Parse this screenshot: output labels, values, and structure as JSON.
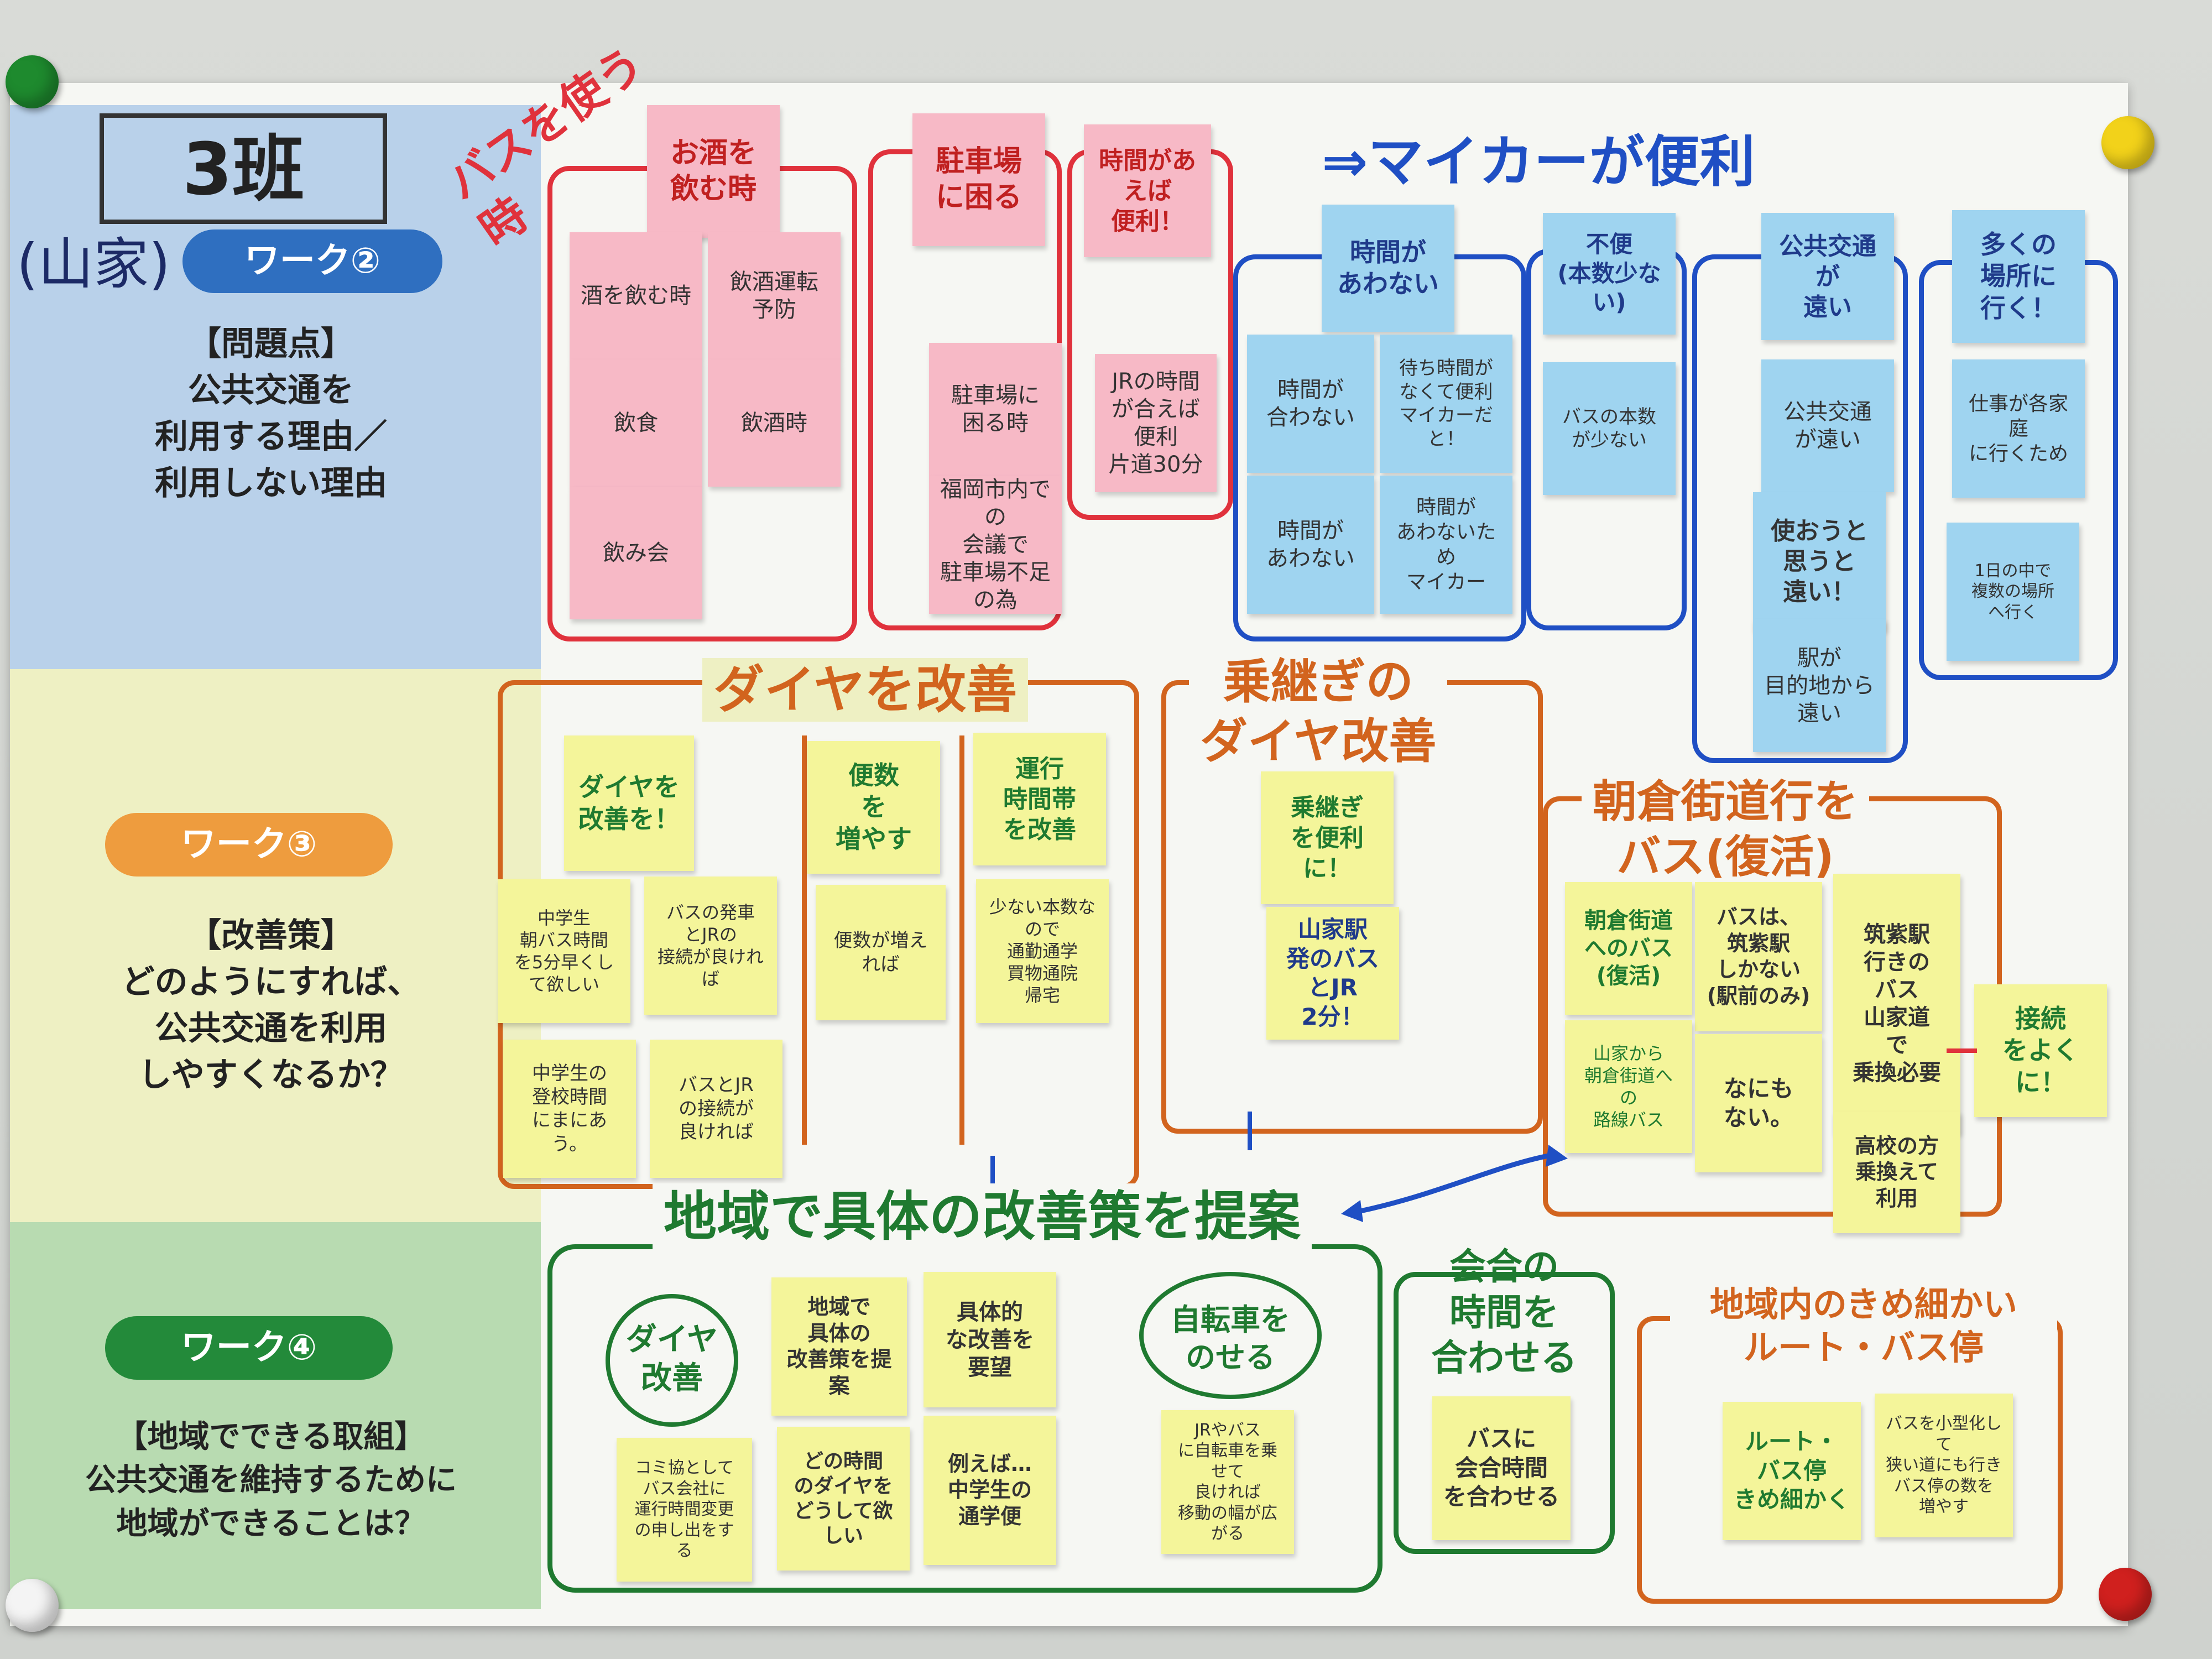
{
  "left_panel": {
    "group_label": "3班",
    "area_label": "(山家)",
    "work2": {
      "pill": "ワーク②",
      "text": "【問題点】\n公共交通を\n利用する理由／\n利用しない理由"
    },
    "work3": {
      "pill": "ワーク③",
      "text": "【改善策】\nどのようにすれば、\n公共交通を利用\nしやすくなるか？"
    },
    "work4": {
      "pill": "ワーク④",
      "text": "【地域でできる取組】\n公共交通を維持するために\n地域ができることは？"
    }
  },
  "section_bus_use": {
    "title": "バスを使う時",
    "group1": {
      "header": "お酒を飲む時",
      "notes": [
        "酒を飲む時",
        "飲酒運転\n予防",
        "飲食",
        "飲酒時",
        "飲み会"
      ]
    },
    "group2": {
      "header": "駐車場に困る",
      "notes": [
        "駐車場に\n困る時",
        "福岡市内での\n会議で\n駐車場不足\nの為"
      ]
    },
    "group3": {
      "header": "時間があえば\n便利！",
      "notes": [
        "JRの時間\nが合えば\n便利\n片道30分"
      ]
    }
  },
  "section_car": {
    "title": "⇒マイカーが便利",
    "group1": {
      "header": "時間が\nあわない",
      "notes": [
        "時間が\n合わない",
        "待ち時間が\nなくて便利\nマイカーだと！",
        "時間が\nあわない",
        "時間が\nあわないため\nマイカー"
      ]
    },
    "group2": {
      "header": "不便\n(本数少ない)",
      "notes": [
        "バスの本数が少ない"
      ]
    },
    "group3": {
      "header": "公共交通\nが\n遠い",
      "notes": [
        "公共交通\nが遠い",
        "使おうと\n思うと\n遠い！",
        "駅が\n目的地から\n遠い"
      ]
    },
    "group4": {
      "header": "多くの\n場所に\n行く！",
      "notes": [
        "仕事が各家庭\nに行くため",
        "1日の中で\n複数の場所\nへ行く"
      ]
    }
  },
  "section_diya": {
    "title": "ダイヤを改善",
    "notes": [
      "ダイヤを\n改善を！",
      "中学生\n朝バス時間\nを5分早くして欲しい",
      "バスの発車\nとJRの\n接続が良ければ",
      "便数\nを\n増やす",
      "便数が増えれば",
      "運行\n時間帯\nを改善",
      "少ない本数なので\n通勤通学\n買物通院\n帰宅",
      "中学生の\n登校時間\nにまにあう。",
      "バスとJR\nの接続が\n良ければ"
    ]
  },
  "section_transfer": {
    "title": "乗継ぎの\nダイヤ改善",
    "notes": [
      "乗継ぎ\nを便利に！",
      "山家駅\n発のバス\nとJR\n2分！"
    ]
  },
  "section_asakura": {
    "title": "朝倉街道行を\nバス(復活)",
    "notes": [
      "朝倉街道\nへのバス\n(復活)",
      "バスは、\n筑紫駅\nしかない\n(駅前のみ)",
      "筑紫駅\n行きの\nバス\n山家道\nで\n乗換必要",
      "山家から\n朝倉街道への\n路線バス",
      "なにも\nない。",
      "高校の方\n乗換えて\n利用",
      "接続\nをよく\nに！"
    ]
  },
  "section_local": {
    "title": "地域で具体の改善策を提案",
    "circle1": "ダイヤ\n改善",
    "circle2": "自転車を\nのせる",
    "notes": [
      "地域で\n具体の\n改善策を提案",
      "具体的\nな改善を\n要望",
      "コミ協として\nバス会社に\n運行時間変更\nの申し出をする",
      "どの時間\nのダイヤを\nどうして欲しい",
      "例えば…\n中学生の\n通学便",
      "JRやバス\nに自転車を乗せて\n良ければ\n移動の幅が広がる"
    ]
  },
  "section_meeting": {
    "title": "会合の\n時間を\n合わせる",
    "notes": [
      "バスに\n会合時間\nを合わせる"
    ]
  },
  "section_route": {
    "title": "地域内のきめ細かい\nルート・バス停",
    "notes": [
      "ルート・\nバス停\nきめ細かく",
      "バスを小型化して\n狭い道にも行き\nバス停の数を\n増やす"
    ]
  },
  "colors": {
    "red": "#e0323c",
    "blue": "#1f4fc4",
    "orange": "#d2641e",
    "green": "#1f7a30"
  }
}
